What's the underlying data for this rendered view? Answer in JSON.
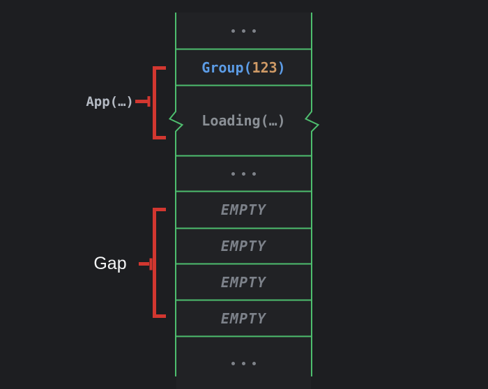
{
  "colors": {
    "background": "#1d1e21",
    "line_green": "#4dbe6e",
    "bracket_red": "#d23730",
    "code_blue": "#5c9ce6",
    "code_orange": "#cf9a66",
    "app_label_gray": "#b4bac3",
    "loading_gray": "#8b9096",
    "empty_gray": "#7d828a",
    "gap_white": "#f4f5f6"
  },
  "stack": {
    "rows": [
      {
        "kind": "ellipsis",
        "label": "..."
      },
      {
        "kind": "group",
        "prefix": "Group(",
        "number": "123",
        "suffix": ")"
      },
      {
        "kind": "loading",
        "label": "Loading(…)"
      },
      {
        "kind": "ellipsis",
        "label": "..."
      },
      {
        "kind": "empty",
        "label": "EMPTY"
      },
      {
        "kind": "empty",
        "label": "EMPTY"
      },
      {
        "kind": "empty",
        "label": "EMPTY"
      },
      {
        "kind": "empty",
        "label": "EMPTY"
      },
      {
        "kind": "ellipsis",
        "label": "..."
      }
    ]
  },
  "brackets": {
    "app": {
      "label": "App(…)"
    },
    "gap": {
      "label": "Gap"
    }
  }
}
